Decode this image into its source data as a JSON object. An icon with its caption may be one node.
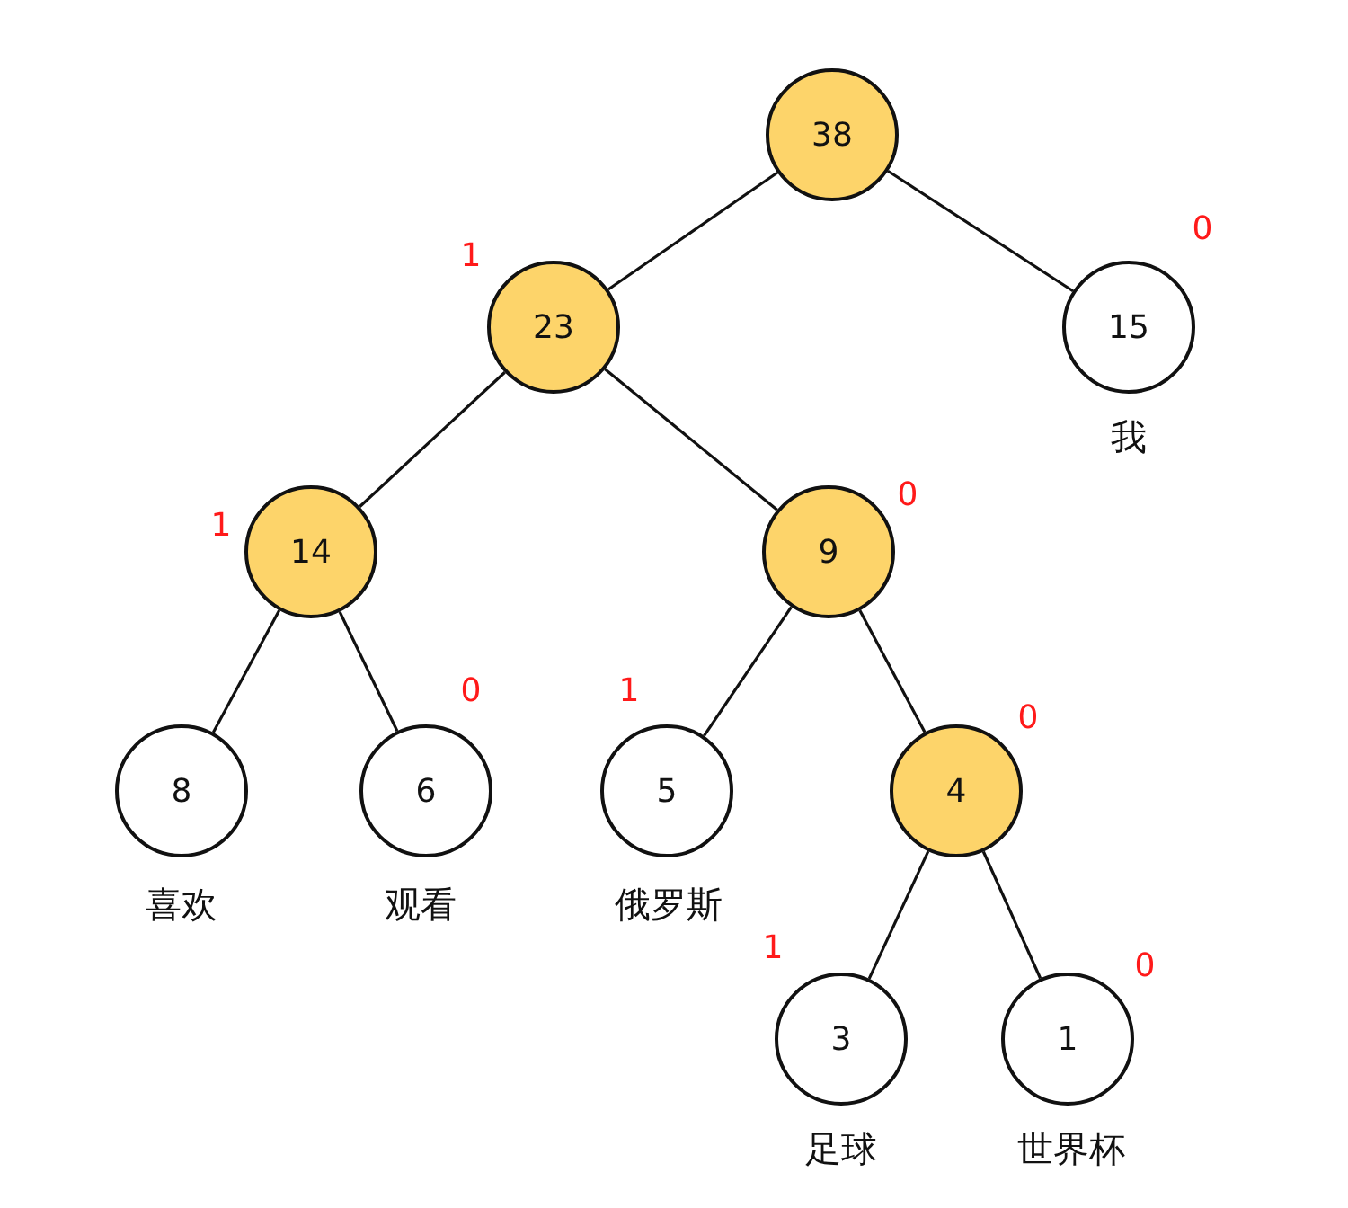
{
  "diagram": {
    "nodes": [
      {
        "text": [
          "38"
        ]
      },
      {
        "text": [
          "23"
        ]
      },
      {
        "text": [
          "15"
        ],
        "beside": [
          "我"
        ]
      },
      {
        "text": [
          "14"
        ]
      },
      {
        "text": [
          "9"
        ]
      },
      {
        "text": [
          "8"
        ],
        "beside": [
          "喜欢"
        ]
      },
      {
        "text": [
          "6"
        ],
        "beside": [
          "观看"
        ]
      },
      {
        "text": [
          "5"
        ],
        "beside": [
          "俄罗斯"
        ]
      },
      {
        "text": [
          "4"
        ]
      },
      {
        "text": [
          "3"
        ],
        "beside": [
          "足球"
        ]
      },
      {
        "text": [
          "1"
        ],
        "beside": [
          "世界杯"
        ]
      }
    ],
    "edges": [
      {
        "from": 0,
        "to": 1,
        "arrow": "none",
        "label": "1"
      },
      {
        "from": 0,
        "to": 2,
        "arrow": "none",
        "label": "0"
      },
      {
        "from": 1,
        "to": 3,
        "arrow": "none",
        "label": "1"
      },
      {
        "from": 1,
        "to": 4,
        "arrow": "none",
        "label": "0"
      },
      {
        "from": 3,
        "to": 5,
        "arrow": "none"
      },
      {
        "from": 3,
        "to": 6,
        "arrow": "none",
        "label": "0"
      },
      {
        "from": 4,
        "to": 7,
        "arrow": "none",
        "label": "1"
      },
      {
        "from": 4,
        "to": 8,
        "arrow": "none",
        "label": "0"
      },
      {
        "from": 8,
        "to": 9,
        "arrow": "none",
        "label": "1"
      },
      {
        "from": 8,
        "to": 10,
        "arrow": "none",
        "label": "0"
      }
    ]
  }
}
